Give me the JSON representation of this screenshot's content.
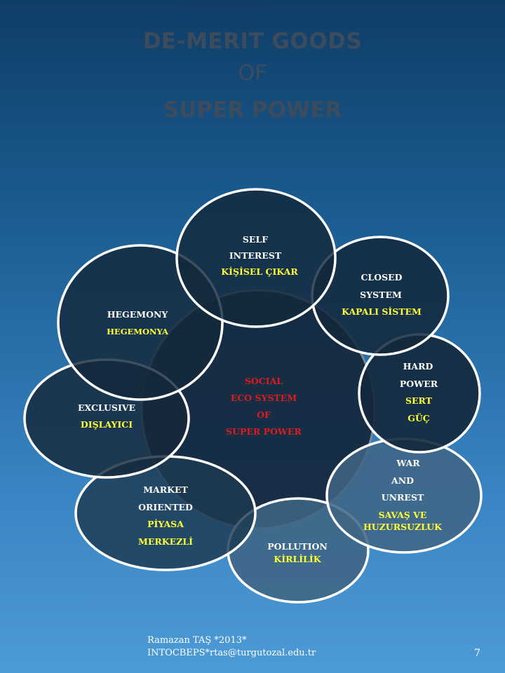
{
  "title": {
    "line1": "DE-MERIT GOODS",
    "line2": "OF",
    "line3": "SUPER POWER"
  },
  "center": {
    "lines": [
      "SOCIAL",
      "ECO SYSTEM",
      "OF",
      "SUPER POWER"
    ]
  },
  "nodes": {
    "self_interest": {
      "lines": [
        "SELF",
        "INTEREST"
      ],
      "tr": [
        "KİŞİSEL ÇIKAR"
      ]
    },
    "closed_system": {
      "lines": [
        "CLOSED",
        "SYSTEM"
      ],
      "tr": [
        "KAPALI SİSTEM"
      ]
    },
    "hard_power": {
      "lines": [
        "HARD",
        "POWER"
      ],
      "tr": [
        "SERT",
        "GÜÇ"
      ]
    },
    "war_unrest": {
      "lines": [
        "WAR",
        "AND",
        "UNREST"
      ],
      "tr": [
        "SAVAŞ VE",
        "HUZURSUZLUK"
      ]
    },
    "pollution": {
      "lines": [
        "POLLUTION"
      ],
      "tr": [
        "KİRLİLİK"
      ]
    },
    "market_oriented": {
      "lines": [
        "MARKET",
        "ORIENTED"
      ],
      "tr": [
        "PİYASA",
        "MERKEZLİ"
      ]
    },
    "exclusive": {
      "lines": [
        "EXCLUSIVE"
      ],
      "tr": [
        "DIŞLAYICI"
      ]
    },
    "hegemony": {
      "lines": [
        "HEGEMONY"
      ],
      "tr": [
        "HEGEMONYA"
      ]
    }
  },
  "footer": {
    "author": "Ramazan TAŞ *2013*",
    "contact": "INTOCBEPS*rtas@turgutozal.edu.tr",
    "page": "7"
  }
}
